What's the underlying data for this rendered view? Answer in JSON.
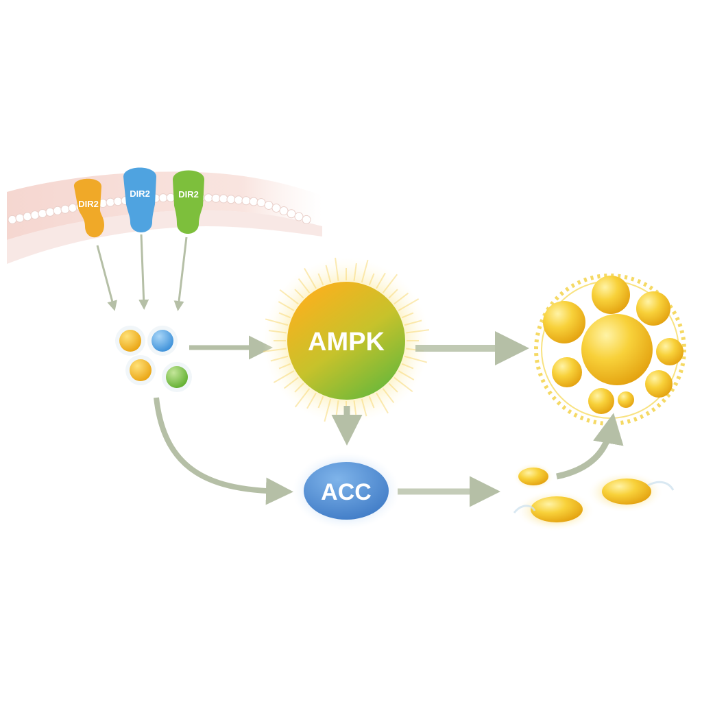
{
  "receptors": [
    {
      "label": "DIR2",
      "color": "#f0a928"
    },
    {
      "label": "DIR2",
      "color": "#4fa3e0"
    },
    {
      "label": "DIR2",
      "color": "#7dbf3c"
    }
  ],
  "nodes": {
    "ampk": {
      "label": "AMPK"
    },
    "acc": {
      "label": "ACC"
    }
  },
  "colors": {
    "arrow": "#b5bfa6",
    "membrane": "#f7dcd6",
    "fat": "#f5c51c",
    "ampk_top": "#f6b21f",
    "ampk_bottom": "#7fbf3a",
    "acc": "#4f8fd6"
  }
}
